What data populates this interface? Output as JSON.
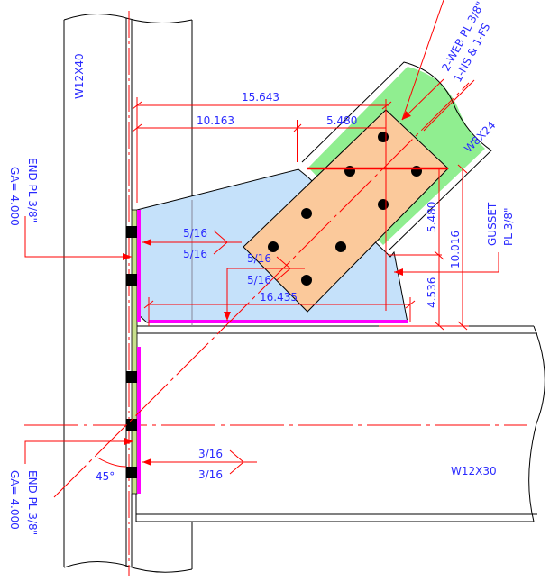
{
  "members": {
    "column": "W12X40",
    "beam": "W12X30",
    "brace": "W8X24"
  },
  "labels": {
    "end_plate_top_1": "END PL 3/8\"",
    "end_plate_top_2": "GA= 4.000",
    "end_plate_bot_1": "END PL 3/8\"",
    "end_plate_bot_2": "GA= 4.000",
    "web_plate_1": "2-WEB PL 3/8\"",
    "web_plate_2": "1-NS & 1-FS",
    "gusset_1": "GUSSET",
    "gusset_2": "PL 3/8\"",
    "angle": "45°"
  },
  "dimensions": {
    "d1": "15.643",
    "d2": "10.163",
    "d3": "5.480",
    "d4": "5.480",
    "d5": "10.016",
    "d6": "4.536",
    "d7": "16.435"
  },
  "welds": {
    "w1_top": "5/16",
    "w1_bot": "5/16",
    "w2_top": "5/16",
    "w2_bot": "5/16",
    "w3_top": "3/16",
    "w3_bot": "3/16"
  },
  "colors": {
    "gusset": "#c5e1fa",
    "splice_plate": "#fbc99b",
    "brace_web": "#90ee90",
    "end_plate": "#c8e08c",
    "weld": "#ff00ff",
    "dimension": "#ff0000",
    "text": "#2a2aff"
  }
}
